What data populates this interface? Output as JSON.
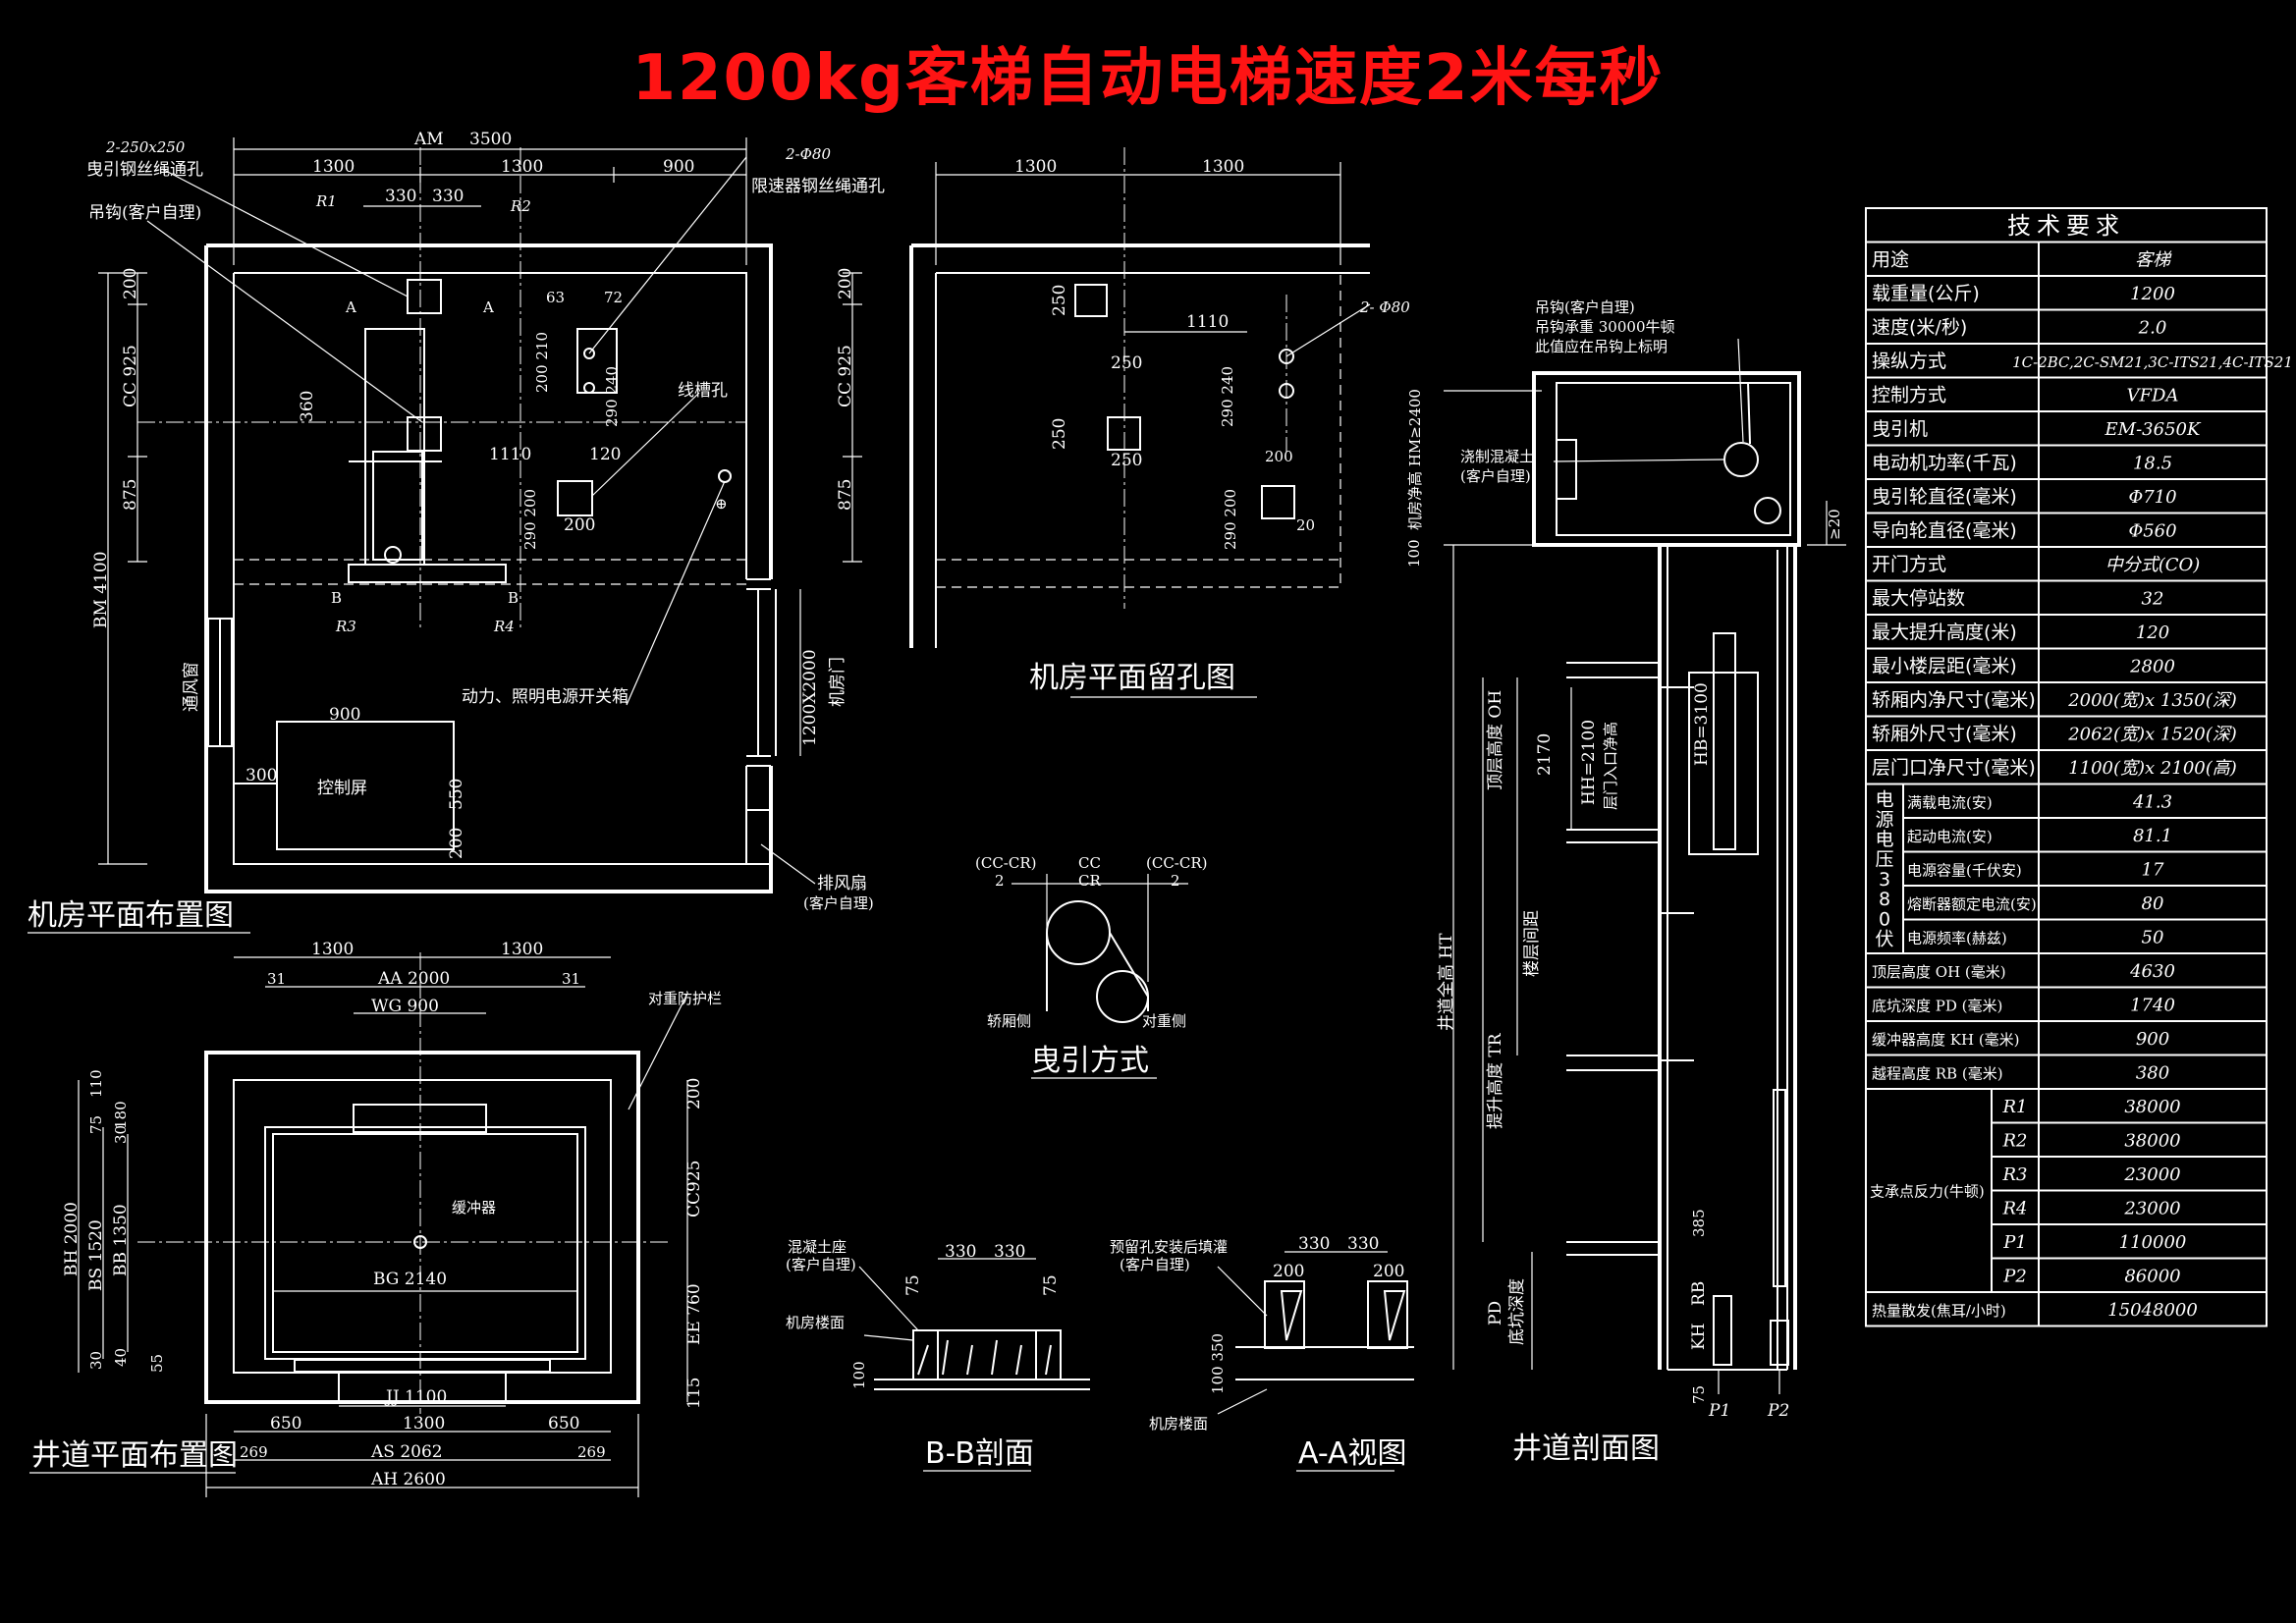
{
  "title": "1200kg客梯自动电梯速度2米每秒",
  "captions": {
    "machine_room_layout": "机房平面布置图",
    "machine_room_holes": "机房平面留孔图",
    "traction": "曳引方式",
    "hoistway_plan": "井道平面布置图",
    "bb_section": "B-B剖面",
    "aa_view": "A-A视图",
    "hoistway_section": "井道剖面图"
  },
  "mr_layout": {
    "am": "AM",
    "am_value": "3500",
    "dim_1300a": "1300",
    "dim_1300b": "1300",
    "dim_900": "900",
    "dim_330a": "330",
    "dim_330b": "330",
    "hole_spec1": "2-250x250",
    "hole_spec2": "2-Φ80",
    "rope_hole": "曳引钢丝绳通孔",
    "hook": "吊钩(客户自理)",
    "governor_hole": "限速器钢丝绳通孔",
    "r1": "R1",
    "r2": "R2",
    "r3": "R3",
    "r4": "R4",
    "a": "A",
    "b": "B",
    "dim_63": "63",
    "dim_72": "72",
    "dim_200_210": "200 210",
    "dim_290_240": "290 240",
    "dim_200_cc": "200",
    "cc925": "CC 925",
    "dim_360": "360",
    "dim_875": "875",
    "dim_1110": "1110",
    "dim_120": "120",
    "dim_200": "200",
    "dim_290_200": "290 200",
    "trunking_hole": "线槽孔",
    "bm": "BM  4100",
    "vent_window": "通风窗",
    "power_box": "动力、照明电源开关箱",
    "dim_900b": "900",
    "dim_300": "300",
    "control_panel": "控制屏",
    "dim_550": "550",
    "dim_200b": "200",
    "door_size": "1200X2000",
    "mr_door": "机房门",
    "exhaust_fan": "排风扇",
    "customer_own": "(客户自理)"
  },
  "mr_holes": {
    "dim_1300a": "1300",
    "dim_1300b": "1300",
    "dim_200": "200",
    "cc925": "CC 925",
    "dim_875": "875",
    "dim_250a": "250",
    "dim_250b": "250",
    "dim_250c": "250",
    "dim_250d": "250",
    "dim_1110": "1110",
    "phi80": "2- Φ80",
    "dim_290_240": "290 240",
    "dim_200b": "200",
    "dim_290_200": "290 200",
    "dim_20": "20"
  },
  "traction": {
    "cc_cr_left": "(CC-CR)",
    "two_left": "2",
    "cc": "CC",
    "cr": "CR",
    "cc_cr_right": "(CC-CR)",
    "two_right": "2",
    "car_side": "轿厢侧",
    "cw_side": "对重侧"
  },
  "hoistway_plan": {
    "dim_1300a": "1300",
    "dim_1300b": "1300",
    "dim_31a": "31",
    "aa": "AA  2000",
    "dim_31b": "31",
    "wg": "WG  900",
    "cw_guard": "对重防护栏",
    "buffer": "缓冲器",
    "bg": "BG  2140",
    "jj": "JJ  1100",
    "dim_650a": "650",
    "dim_1300c": "1300",
    "dim_650b": "650",
    "dim_269a": "269",
    "as": "AS  2062",
    "dim_269b": "269",
    "ah": "AH  2600",
    "bh": "BH  2000",
    "bs": "BS  1520",
    "bb": "BB 1350",
    "dim_110": "110",
    "dim_180": "180",
    "dim_75": "75",
    "dim_30": "30",
    "dim_40": "40",
    "dim_30b": "30",
    "dim_55": "55",
    "dim_200": "200",
    "cc925": "CC925",
    "ee760": "EE  760",
    "dim_115": "115"
  },
  "bb_section": {
    "concrete_seat": "混凝土座",
    "customer_own": "(客户自理)",
    "mr_floor": "机房楼面",
    "dim_330a": "330",
    "dim_330b": "330",
    "dim_75a": "75",
    "dim_75b": "75",
    "dim_100": "100"
  },
  "aa_view": {
    "reserved_hole": "预留孔安装后填灌",
    "customer_own": "(客户自理)",
    "dim_330a": "330",
    "dim_330b": "330",
    "dim_200a": "200",
    "dim_200b": "200",
    "dim_100_350": "100 350",
    "mr_floor": "机房楼面"
  },
  "hoistway_section": {
    "hook": "吊钩(客户自理)",
    "hook_load": "吊钩承重  30000牛顿",
    "hook_note": "此值应在吊钩上标明",
    "hm": "机房净高 HM≥2400",
    "cast_concrete": "浇制混凝土",
    "customer_own": "(客户自理)",
    "ge20": "≥20",
    "dim_100": "100",
    "oh": "顶层高度 OH",
    "dim_2170": "2170",
    "hh": "HH=2100",
    "door_clear": "层门入口净高",
    "hb": "HB=3100",
    "floor_dist": "楼层间距",
    "ht": "井道全高  HT",
    "tr": "提升高度  TR",
    "pd": "PD",
    "pit_depth": "底坑深度",
    "dim_385": "385",
    "rb": "RB",
    "kh": "KH",
    "dim_75": "75",
    "p1": "P1",
    "p2": "P2"
  },
  "spec_table": {
    "header": "技术要求",
    "rows": [
      {
        "label": "用途",
        "value": "客梯"
      },
      {
        "label": "载重量(公斤)",
        "value": "1200"
      },
      {
        "label": "速度(米/秒)",
        "value": "2.0"
      },
      {
        "label": "操纵方式",
        "value": "1C-2BC,2C-SM21,3C-ITS21,4C-ITS21"
      },
      {
        "label": "控制方式",
        "value": "VFDA"
      },
      {
        "label": "曳引机",
        "value": "EM-3650K"
      },
      {
        "label": "电动机功率(千瓦)",
        "value": "18.5"
      },
      {
        "label": "曳引轮直径(毫米)",
        "value": "Φ710"
      },
      {
        "label": "导向轮直径(毫米)",
        "value": "Φ560"
      },
      {
        "label": "开门方式",
        "value": "中分式(CO)"
      },
      {
        "label": "最大停站数",
        "value": "32"
      },
      {
        "label": "最大提升高度(米)",
        "value": "120"
      },
      {
        "label": "最小楼层距(毫米)",
        "value": "2800"
      },
      {
        "label": "轿厢内净尺寸(毫米)",
        "value": "2000(宽)x 1350(深)"
      },
      {
        "label": "轿厢外尺寸(毫米)",
        "value": "2062(宽)x 1520(深)"
      },
      {
        "label": "层门口净尺寸(毫米)",
        "value": "1100(宽)x 2100(高)"
      }
    ],
    "power_group_label": "电源电压380伏",
    "power_rows": [
      {
        "label": "满载电流(安)",
        "value": "41.3"
      },
      {
        "label": "起动电流(安)",
        "value": "81.1"
      },
      {
        "label": "电源容量(千伏安)",
        "value": "17"
      },
      {
        "label": "熔断器额定电流(安)",
        "value": "80"
      },
      {
        "label": "电源频率(赫兹)",
        "value": "50"
      }
    ],
    "mid_rows": [
      {
        "label": "顶层高度 OH (毫米)",
        "value": "4630"
      },
      {
        "label": "底坑深度 PD (毫米)",
        "value": "1740"
      },
      {
        "label": "缓冲器高度 KH (毫米)",
        "value": "900"
      },
      {
        "label": "越程高度 RB (毫米)",
        "value": "380"
      }
    ],
    "reaction_group_label": "支承点反力(牛顿)",
    "reaction_rows": [
      {
        "label": "R1",
        "value": "38000"
      },
      {
        "label": "R2",
        "value": "38000"
      },
      {
        "label": "R3",
        "value": "23000"
      },
      {
        "label": "R4",
        "value": "23000"
      },
      {
        "label": "P1",
        "value": "110000"
      },
      {
        "label": "P2",
        "value": "86000"
      }
    ],
    "last_row": {
      "label": "热量散发(焦耳/小时)",
      "value": "15048000"
    }
  }
}
